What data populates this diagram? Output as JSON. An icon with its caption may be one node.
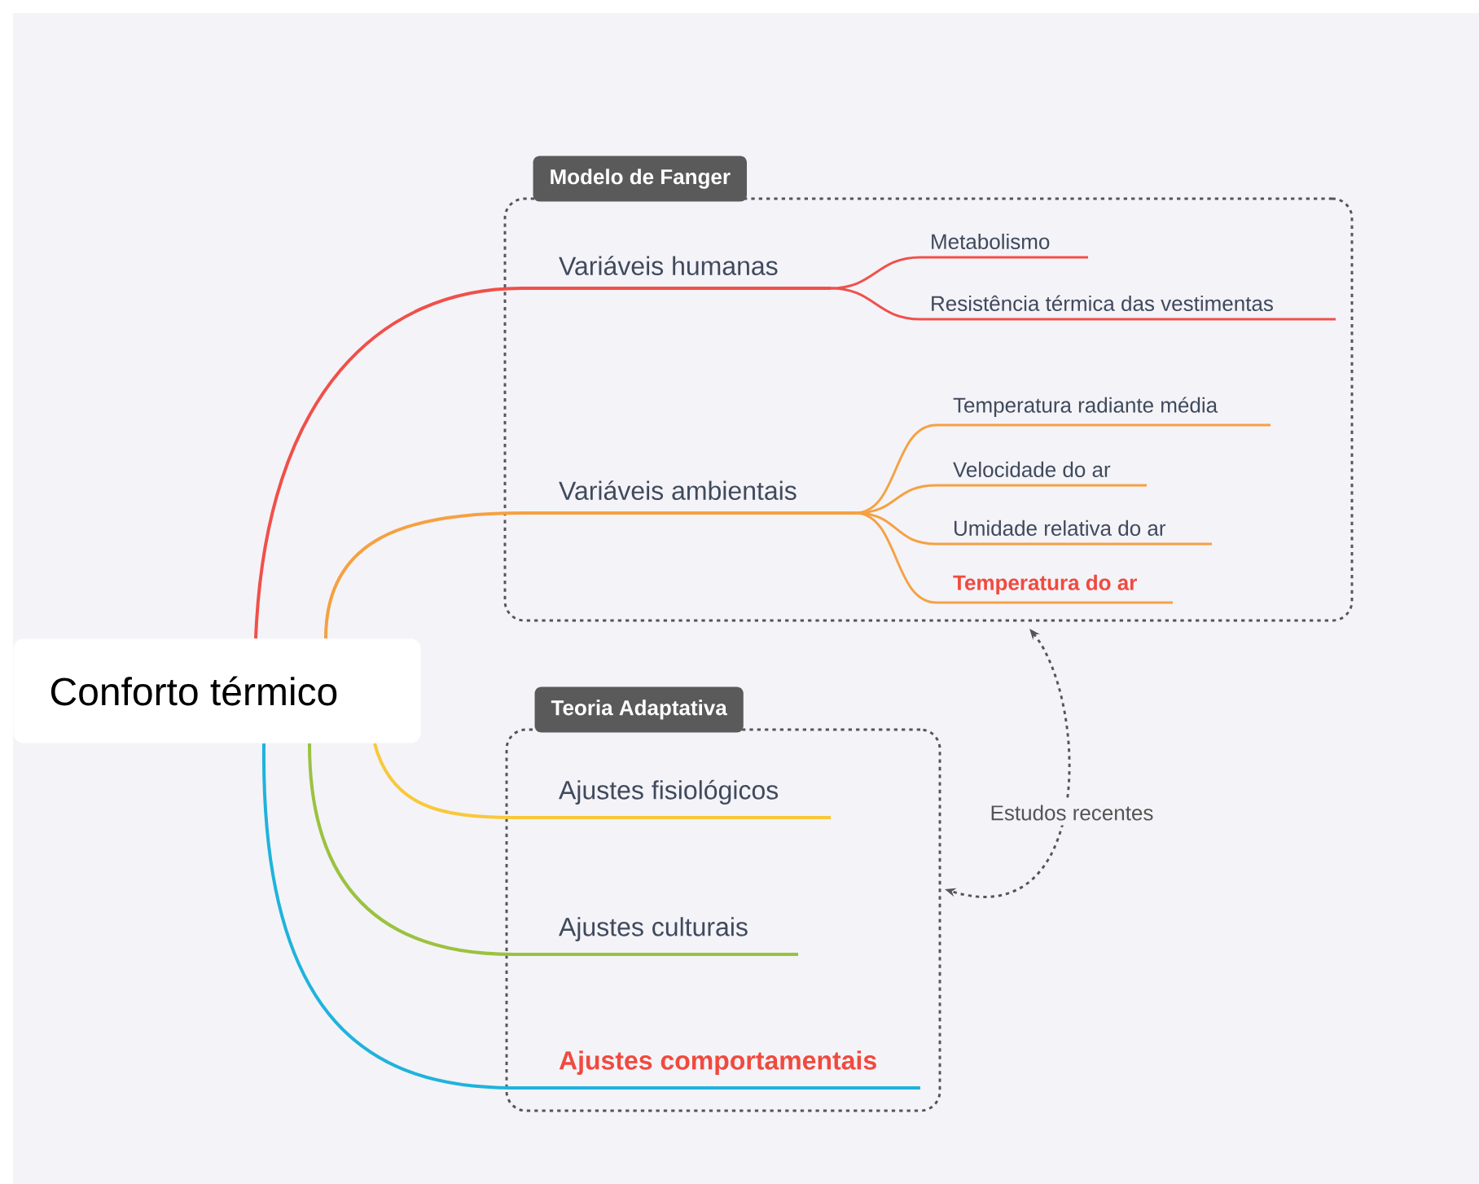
{
  "diagram": {
    "nodes": [
      {
        "text": [
          "Conforto térmico"
        ]
      },
      {
        "text": [
          "Modelo de Fanger"
        ]
      },
      {
        "text": [
          "Variáveis humanas"
        ],
        "in": 1
      },
      {
        "text": [
          "Metabolismo"
        ],
        "in": 1
      },
      {
        "text": [
          "Resistência térmica das vestimentas"
        ],
        "in": 1
      },
      {
        "text": [
          "Variáveis ambientais"
        ],
        "in": 1
      },
      {
        "text": [
          "Temperatura radiante média"
        ],
        "in": 1
      },
      {
        "text": [
          "Velocidade do ar"
        ],
        "in": 1
      },
      {
        "text": [
          "Umidade relativa do ar"
        ],
        "in": 1
      },
      {
        "text": [
          "Temperatura do ar"
        ],
        "in": 1
      },
      {
        "text": [
          "Teoria Adaptativa"
        ]
      },
      {
        "text": [
          "Ajustes fisiológicos"
        ],
        "in": 10
      },
      {
        "text": [
          "Ajustes culturais"
        ],
        "in": 10
      },
      {
        "text": [
          "Ajustes comportamentais"
        ],
        "in": 10
      }
    ],
    "edges": [
      {
        "from": 0,
        "to": 2,
        "arrow": "none",
        "color": "#f0504a"
      },
      {
        "from": 0,
        "to": 5,
        "arrow": "none",
        "color": "#f5a142"
      },
      {
        "from": 0,
        "to": 11,
        "arrow": "none",
        "color": "#f9c83a"
      },
      {
        "from": 0,
        "to": 12,
        "arrow": "none",
        "color": "#9bc23f"
      },
      {
        "from": 0,
        "to": 13,
        "arrow": "none",
        "color": "#1fb3dc"
      },
      {
        "from": 2,
        "to": 3,
        "arrow": "none",
        "color": "#f0504a"
      },
      {
        "from": 2,
        "to": 4,
        "arrow": "none",
        "color": "#f0504a"
      },
      {
        "from": 5,
        "to": 6,
        "arrow": "none",
        "color": "#f5a142"
      },
      {
        "from": 5,
        "to": 7,
        "arrow": "none",
        "color": "#f5a142"
      },
      {
        "from": 5,
        "to": 8,
        "arrow": "none",
        "color": "#f5a142"
      },
      {
        "from": 5,
        "to": 9,
        "arrow": "none",
        "color": "#f5a142"
      },
      {
        "from": 1,
        "to": 10,
        "arrow": "both",
        "label": "Estudos recentes",
        "style": "dashed",
        "color": "#555555"
      }
    ]
  }
}
